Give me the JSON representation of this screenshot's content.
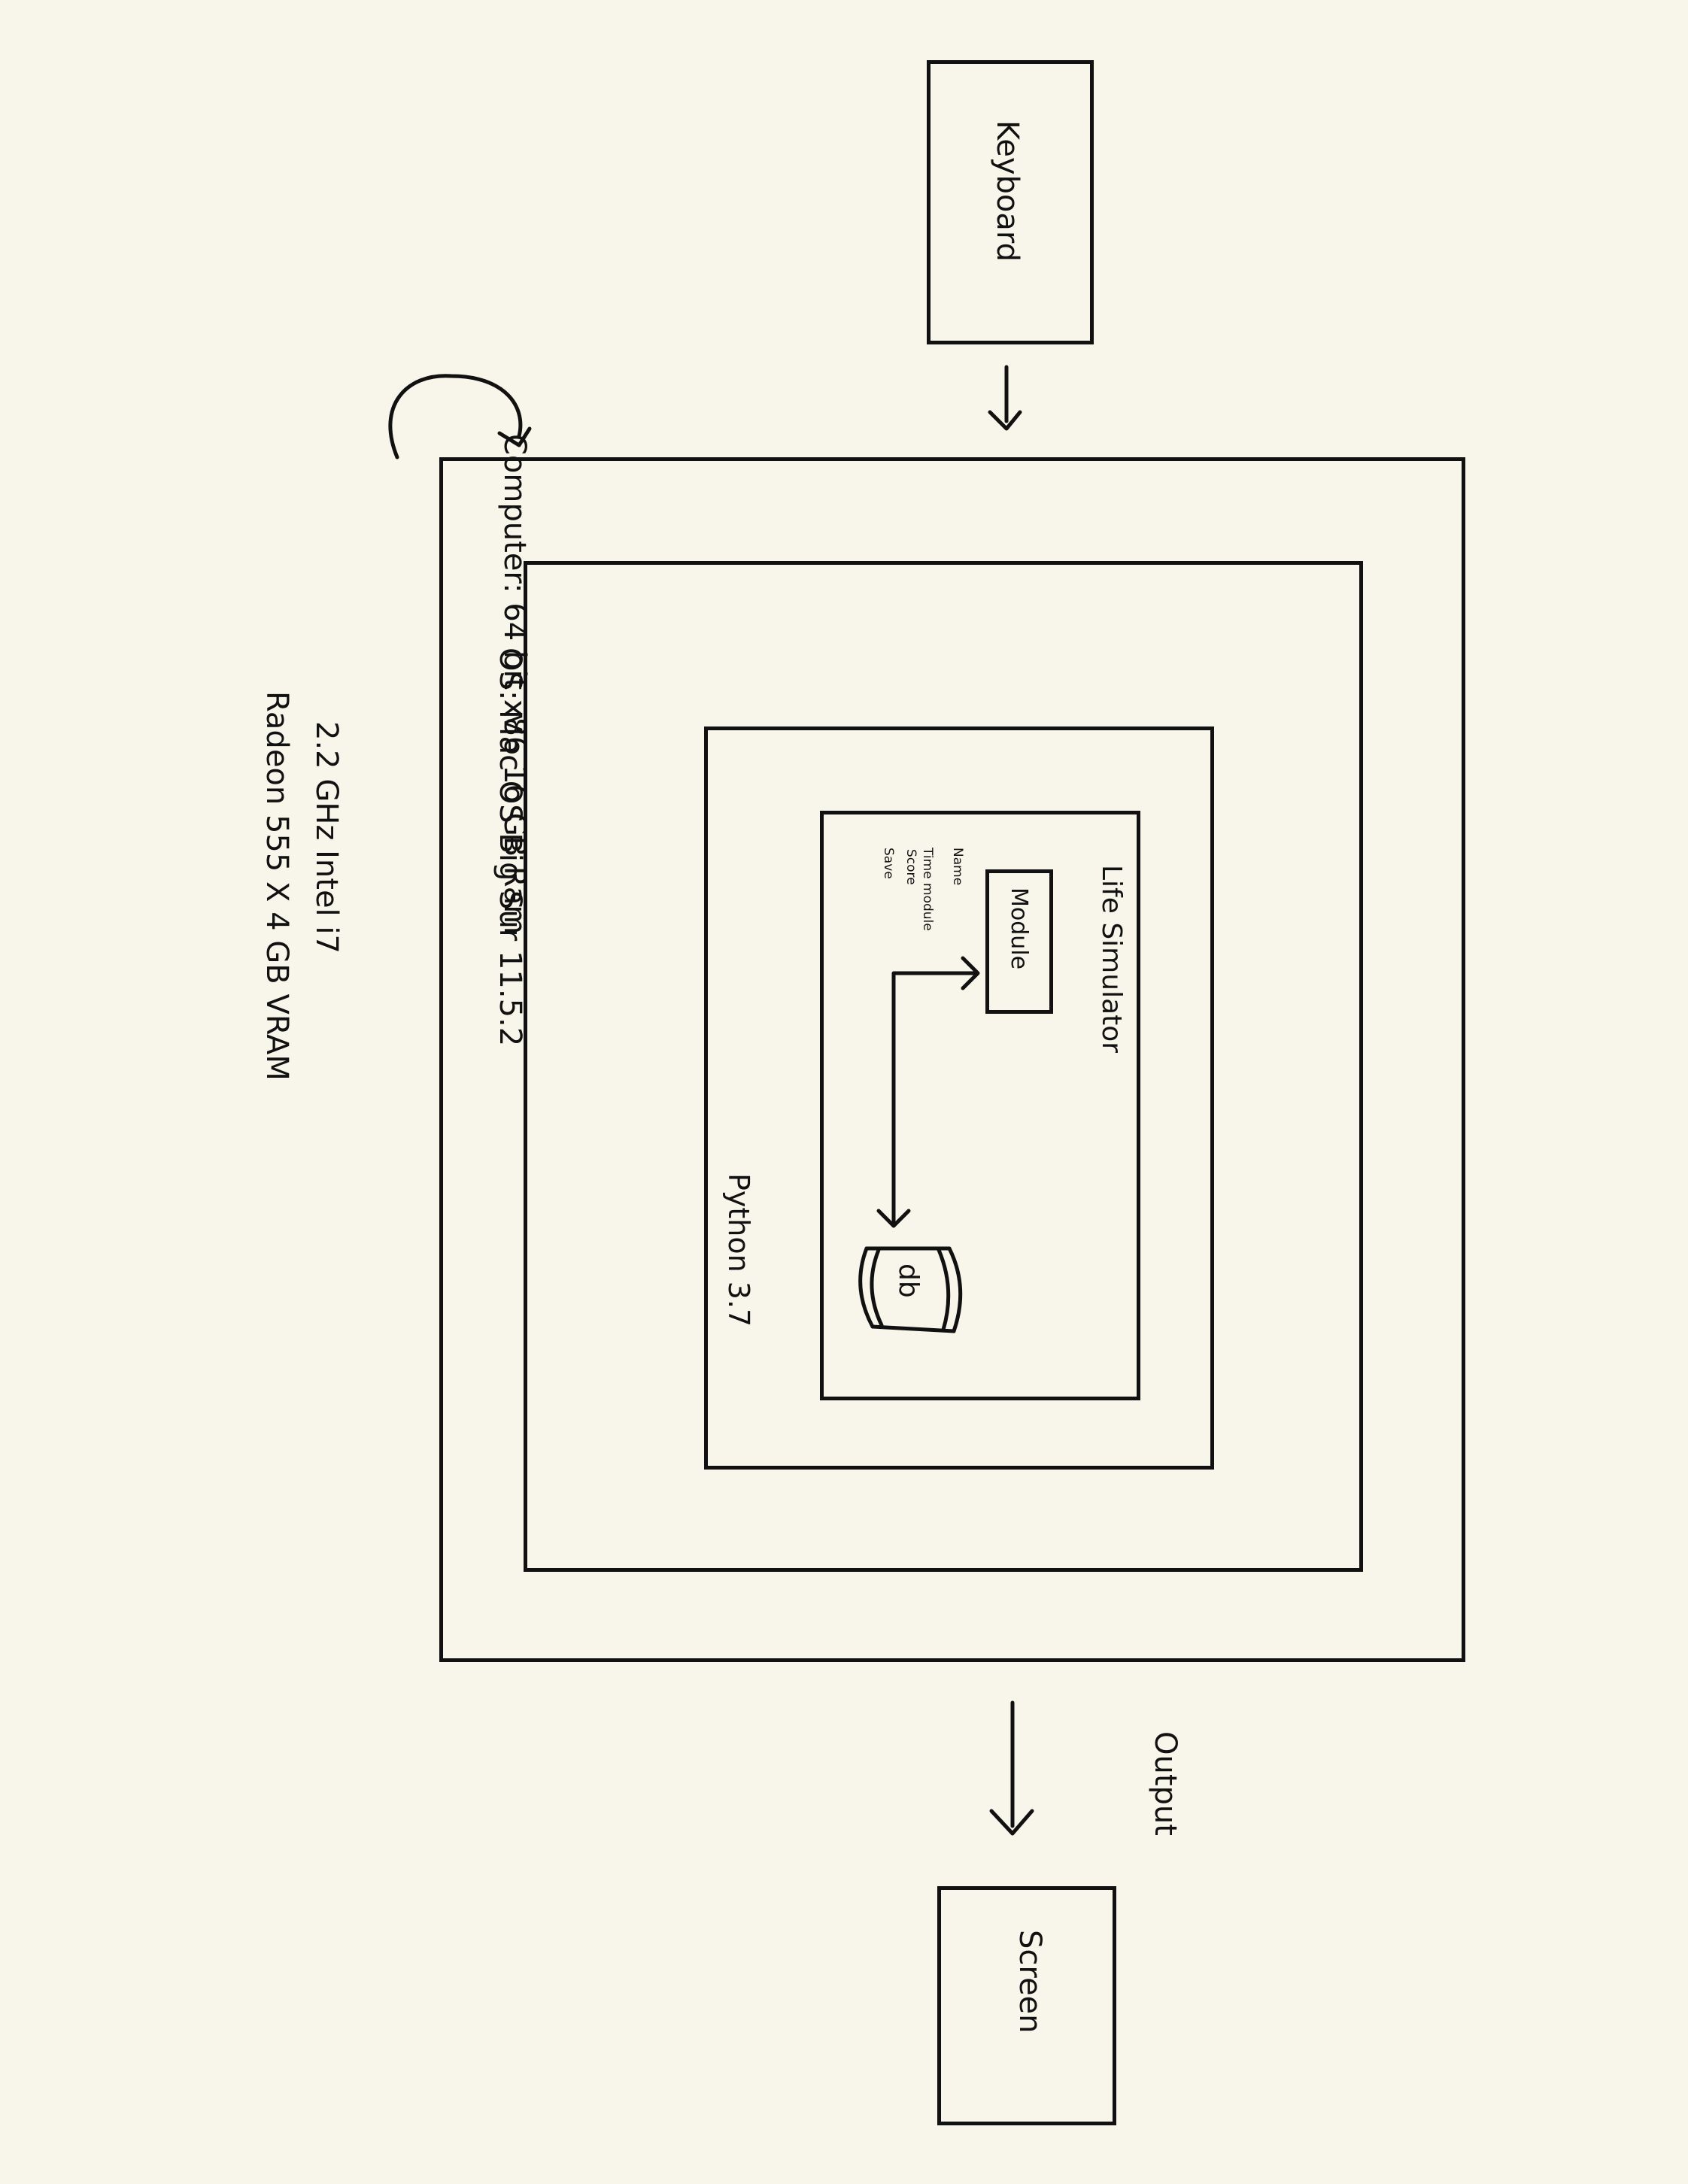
{
  "blocks": {
    "keyboard": "Keyboard",
    "screen": "Screen",
    "output": "Output"
  },
  "computer": {
    "line1": "Computer: 64 bit x86  16 GB Ram",
    "line2": "2.2 GHz  Intel i7",
    "line3": "Radeon 555 X  4 GB VRAM"
  },
  "os": "OS:  Mac OS Big Sur 11.5.2",
  "python": "Python 3.7",
  "app": {
    "title": "Life Simulator",
    "module": "Module",
    "module_fields": [
      "Name",
      "Time module",
      "Score",
      "Save"
    ],
    "db": "db"
  },
  "colors": {
    "background": "#f8f6ea",
    "ink": "#111111"
  }
}
